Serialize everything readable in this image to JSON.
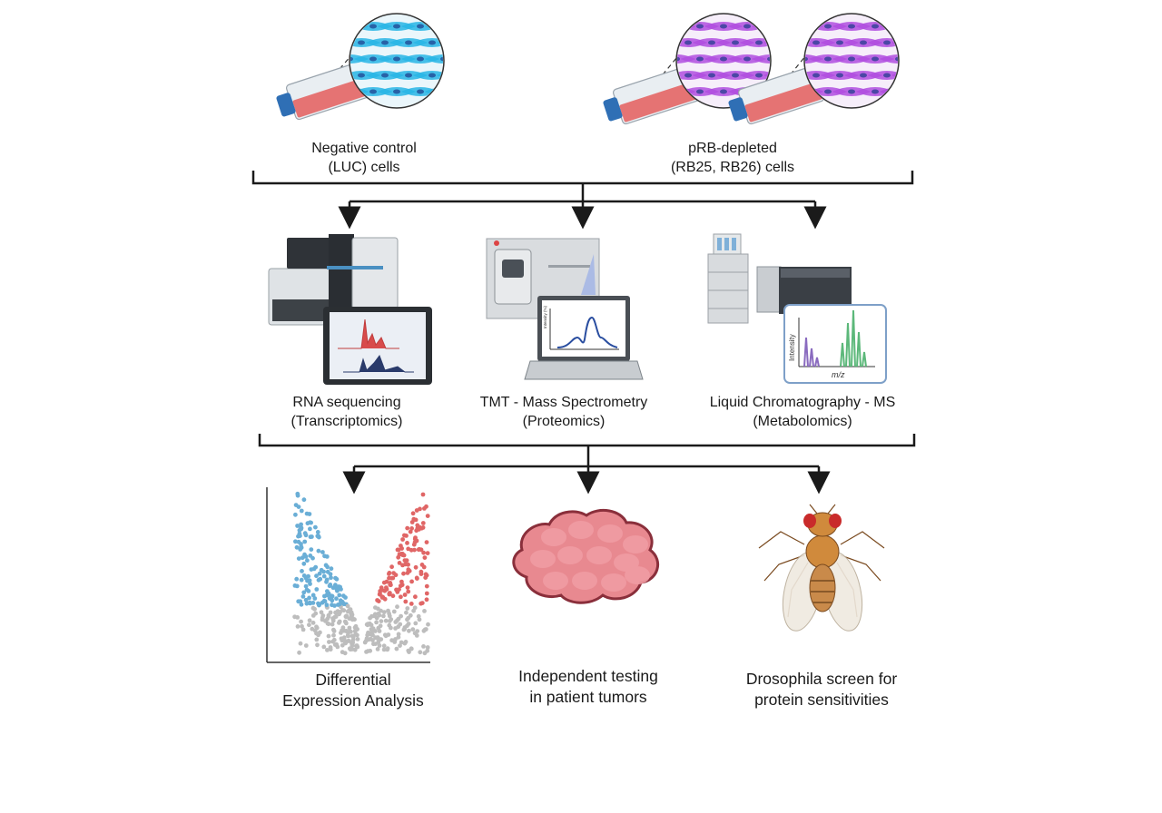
{
  "groups": {
    "control": {
      "line1": "Negative control",
      "line2": "(LUC) cells"
    },
    "depleted": {
      "line1": "pRB-depleted",
      "line2": "(RB25, RB26) cells"
    }
  },
  "methods": [
    {
      "line1": "RNA sequencing",
      "line2": "(Transcriptomics)"
    },
    {
      "line1": "TMT - Mass Spectrometry",
      "line2": "(Proteomics)"
    },
    {
      "line1": "Liquid Chromatography - MS",
      "line2": "(Metabolomics)"
    }
  ],
  "outcomes": [
    {
      "line1": "Differential",
      "line2": "Expression Analysis"
    },
    {
      "line1": "Independent testing",
      "line2": "in patient tumors"
    },
    {
      "line1": "Drosophila screen for",
      "line2": "protein sensitivities"
    }
  ],
  "inset_labels": {
    "proteomics_y": "Intensity (%)",
    "metabolomics_y": "Intensity",
    "metabolomics_x": "m/z"
  },
  "colors": {
    "control_cells": "#29b6e6",
    "depleted_cells": "#b14ee0",
    "flask_medium": "#e57373",
    "flask_cap": "#2f6fb5",
    "volcano_up": "#e06666",
    "volcano_down": "#6aaed6",
    "volcano_ns": "#bdbdbd",
    "tumor": "#e88990",
    "fly_body": "#d08a3c"
  }
}
